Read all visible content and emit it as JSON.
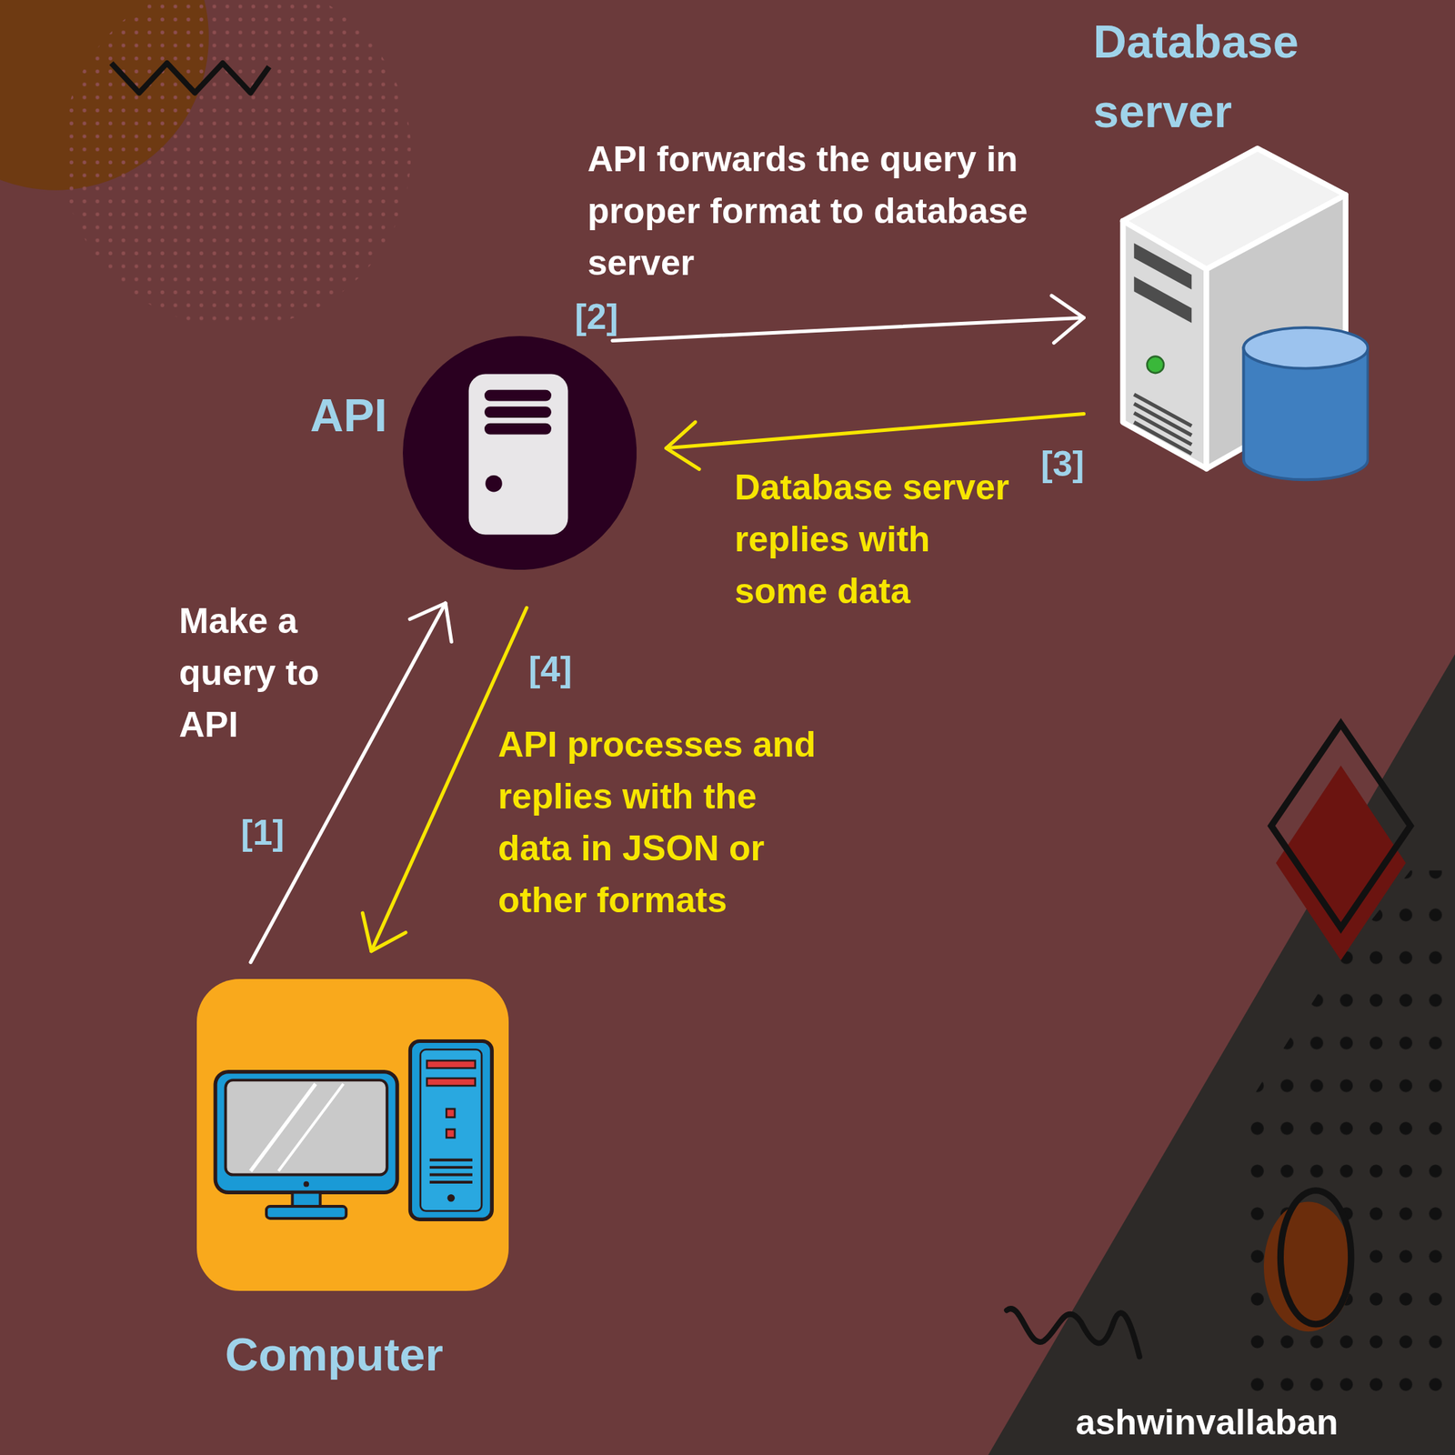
{
  "diagram": {
    "nodes": [
      {
        "text": [
          "Database server"
        ]
      },
      {
        "text": [
          "API"
        ]
      },
      {
        "text": [
          "Computer"
        ]
      }
    ],
    "edges": [
      {
        "from": 2,
        "to": 1,
        "arrow": "to",
        "label": "Make a query to API"
      },
      {
        "from": 1,
        "to": 0,
        "arrow": "to",
        "label": "API forwards the query in proper format to database server"
      },
      {
        "from": 0,
        "to": 1,
        "arrow": "to",
        "label": "Database server replies with some data"
      },
      {
        "from": 1,
        "to": 2,
        "arrow": "to",
        "label": "API processes and replies with the data in JSON or other formats"
      }
    ],
    "labels": [
      "[1]",
      "[2]",
      "[3]",
      "[4]",
      "ashwinvallaban"
    ]
  }
}
